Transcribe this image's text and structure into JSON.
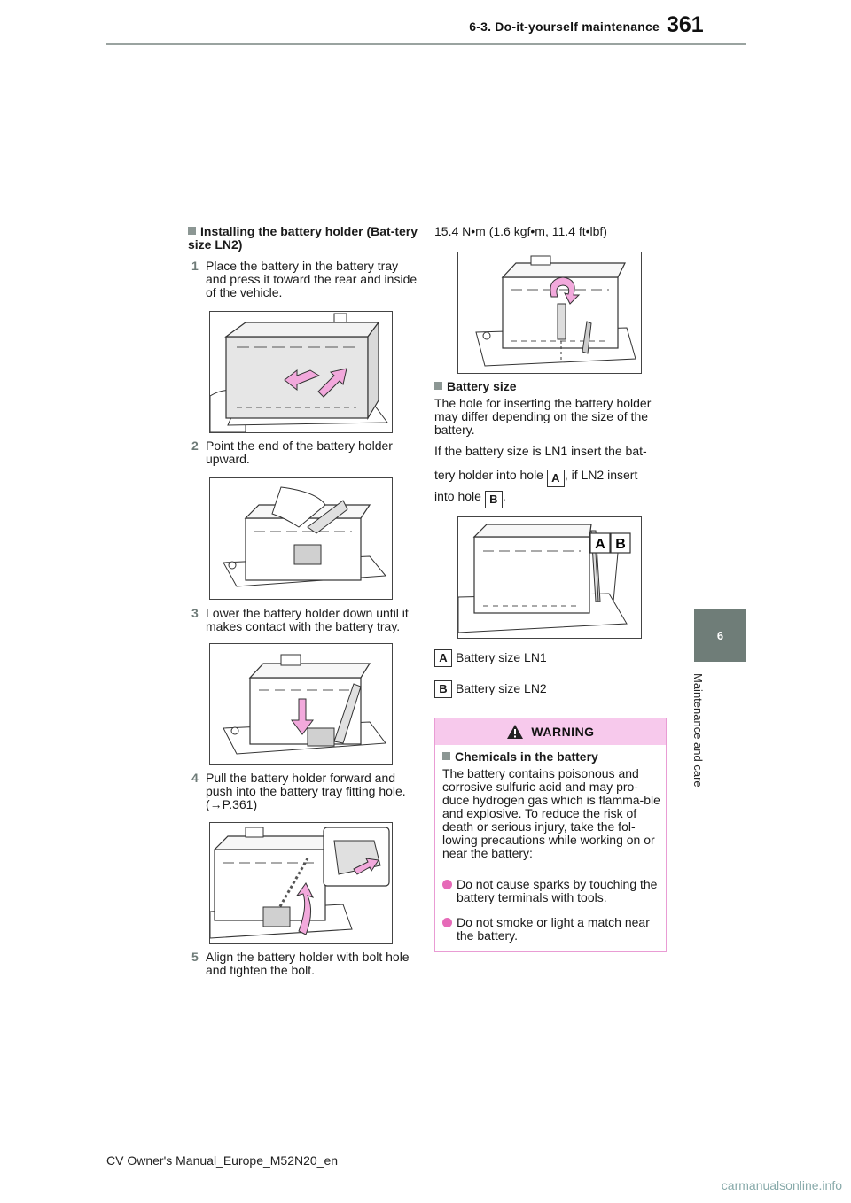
{
  "header": {
    "section": "6-3. Do-it-yourself maintenance",
    "page_number": "361"
  },
  "side_tab": {
    "chapter": "6",
    "label": "Maintenance and care"
  },
  "left_column": {
    "heading": "Installing the battery holder (Bat-tery size LN2)",
    "steps": [
      {
        "num": "1",
        "text": "Place the battery in the battery tray and press it toward the rear and inside of the vehicle."
      },
      {
        "num": "2",
        "text": "Point the end of the battery holder upward."
      },
      {
        "num": "3",
        "text": "Lower the battery holder down until it makes contact with the battery tray."
      },
      {
        "num": "4",
        "text": "Pull the battery holder forward and push into the battery tray fitting hole. (→P.361)"
      },
      {
        "num": "5",
        "text": "Align the battery holder with bolt hole and tighten the bolt."
      }
    ]
  },
  "right_column": {
    "torque": "15.4 N•m (1.6 kgf•m, 11.4 ft•lbf)",
    "battery_size": {
      "heading": "Battery size",
      "para1": "The hole for inserting the battery holder may differ depending on the size of the battery.",
      "para2_a": "If the battery size is LN1 insert the bat-",
      "para2_b": "tery holder into hole",
      "para2_c": ", if LN2 insert",
      "para2_d": "into hole",
      "para2_e": ".",
      "letter_a": "A",
      "letter_b": "B",
      "legend": [
        {
          "letter": "A",
          "text": "Battery size LN1"
        },
        {
          "letter": "B",
          "text": "Battery size LN2"
        }
      ]
    },
    "warning": {
      "title": "WARNING",
      "heading": "Chemicals in the battery",
      "body": "The battery contains poisonous and corrosive sulfuric acid and may pro-duce hydrogen gas which is flamma-ble and explosive. To reduce the risk of death or serious injury, take the fol-lowing precautions while working on or near the battery:",
      "bullets": [
        "Do not cause sparks by touching the battery terminals with tools.",
        "Do not smoke or light a match near the battery."
      ]
    }
  },
  "footer": {
    "text": "CV Owner's Manual_Europe_M52N20_en",
    "watermark": "carmanualsonline.info"
  },
  "colors": {
    "arrow_pink": "#f2a9dc",
    "warning_header": "#f7c9ec",
    "warning_border": "#e99cd4",
    "bullet": "#e66ab8",
    "tab_gray": "#6f7d78"
  }
}
